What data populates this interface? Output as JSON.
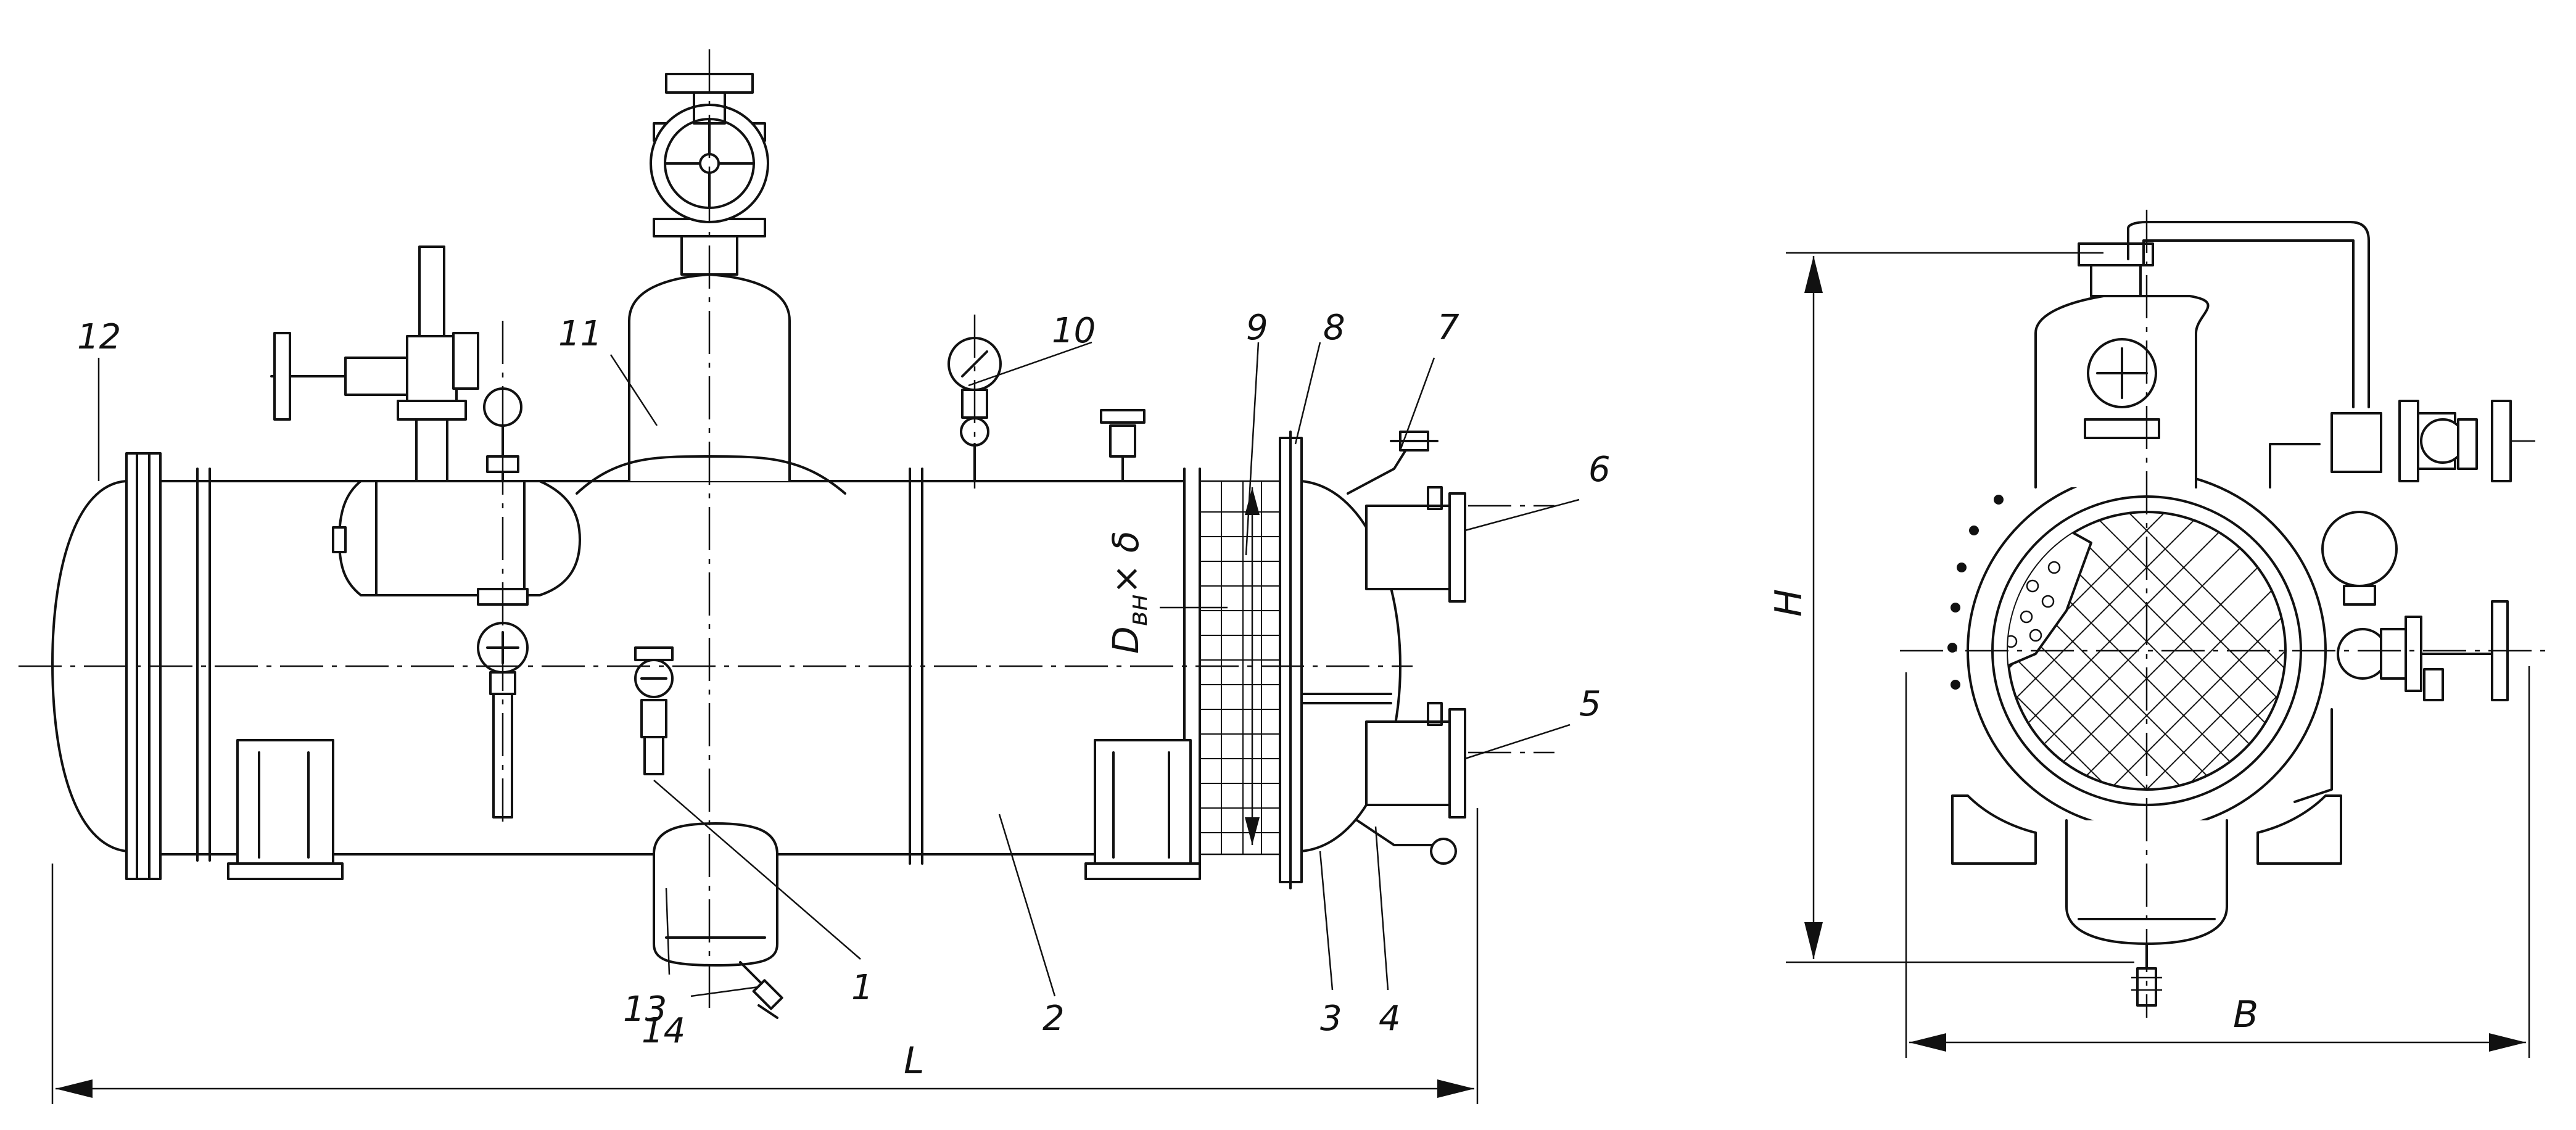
{
  "labels": {
    "l1": "1",
    "l2": "2",
    "l3": "3",
    "l4": "4",
    "l5": "5",
    "l6": "6",
    "l7": "7",
    "l8": "8",
    "l9": "9",
    "l10": "10",
    "l11": "11",
    "l12": "12",
    "l13": "13",
    "l14": "14"
  },
  "dimensions": {
    "length": "L",
    "height": "H",
    "width": "B",
    "diameter_main": "D",
    "diameter_sub": "вн",
    "diameter_tail": "× δ"
  }
}
